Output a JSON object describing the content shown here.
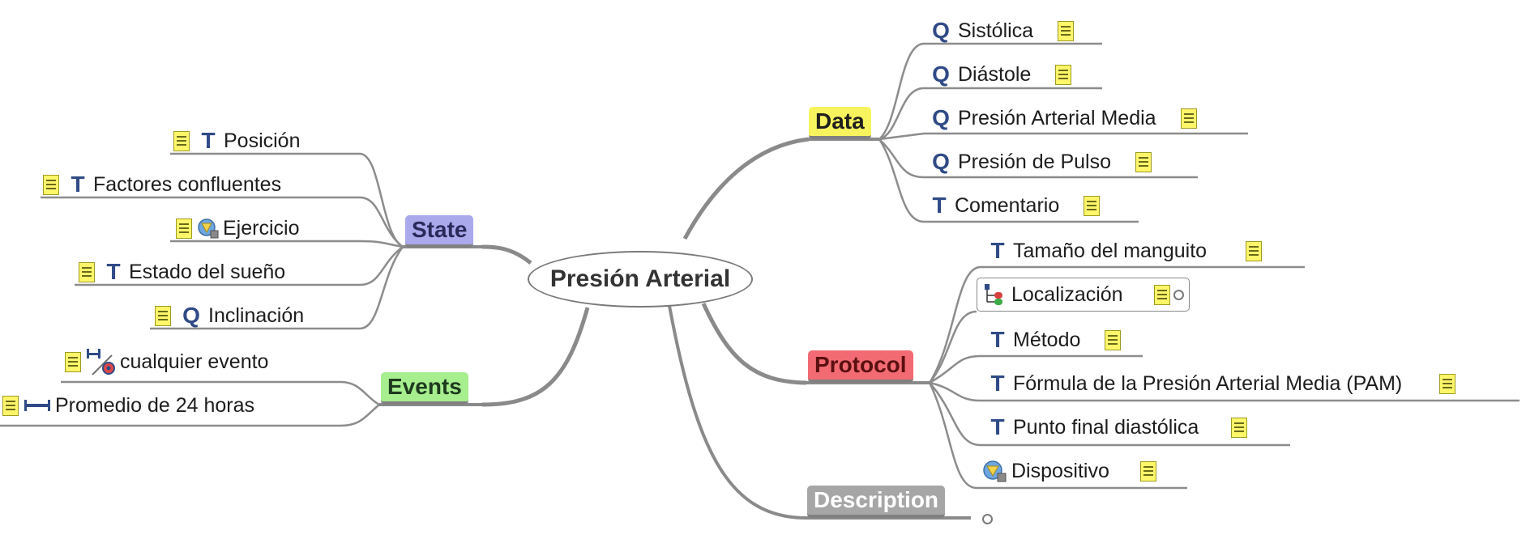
{
  "root": {
    "label": "Presión Arterial"
  },
  "branches": {
    "data": {
      "label": "Data",
      "color": "#f7f35e",
      "items": [
        {
          "icon": "quantity-icon",
          "label": "Sistólica"
        },
        {
          "icon": "quantity-icon",
          "label": "Diástole"
        },
        {
          "icon": "quantity-icon",
          "label": "Presión Arterial Media"
        },
        {
          "icon": "quantity-icon",
          "label": "Presión de Pulso"
        },
        {
          "icon": "text-icon",
          "label": "Comentario"
        }
      ]
    },
    "state": {
      "label": "State",
      "color": "#a9a9ec",
      "items": [
        {
          "icon": "text-icon",
          "label": "Posición"
        },
        {
          "icon": "text-icon",
          "label": "Factores confluentes"
        },
        {
          "icon": "cluster-slot-icon",
          "label": "Ejercicio"
        },
        {
          "icon": "text-icon",
          "label": "Estado del sueño"
        },
        {
          "icon": "quantity-icon",
          "label": "Inclinación"
        }
      ]
    },
    "events": {
      "label": "Events",
      "color": "#a6ee8e",
      "items": [
        {
          "icon": "any-event-icon",
          "label": "cualquier evento"
        },
        {
          "icon": "interval-icon",
          "label": "Promedio de 24 horas"
        }
      ]
    },
    "protocol": {
      "label": "Protocol",
      "color": "#f26b73",
      "items": [
        {
          "icon": "text-icon",
          "label": "Tamaño del manguito"
        },
        {
          "icon": "cluster-icon",
          "label": "Localización"
        },
        {
          "icon": "text-icon",
          "label": "Método"
        },
        {
          "icon": "text-icon",
          "label": "Fórmula de la Presión Arterial Media (PAM)"
        },
        {
          "icon": "text-icon",
          "label": "Punto final diastólica"
        },
        {
          "icon": "cluster-slot-icon",
          "label": "Dispositivo"
        }
      ]
    },
    "description": {
      "label": "Description",
      "color": "#a6a6a6"
    }
  }
}
